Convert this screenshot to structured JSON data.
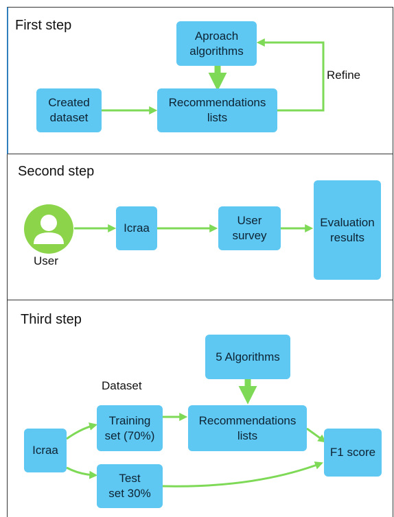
{
  "steps": {
    "first": {
      "title": "First step",
      "approach": "Aproach\nalgorithms",
      "dataset": "Created\ndataset",
      "recommendations": "Recommendations\nlists",
      "refine": "Refine"
    },
    "second": {
      "title": "Second step",
      "user": "User",
      "icraa": "Icraa",
      "survey": "User\nsurvey",
      "evaluation": "Evaluation\nresults"
    },
    "third": {
      "title": "Third step",
      "dataset_label": "Dataset",
      "icraa": "Icraa",
      "training": "Training\nset (70%)",
      "test": "Test\nset 30%",
      "algorithms": "5 Algorithms",
      "recommendations": "Recommendations\nlists",
      "f1": "F1 score"
    }
  },
  "colors": {
    "box": "#5ec8f2",
    "arrow": "#7ed957",
    "border": "#333333"
  }
}
